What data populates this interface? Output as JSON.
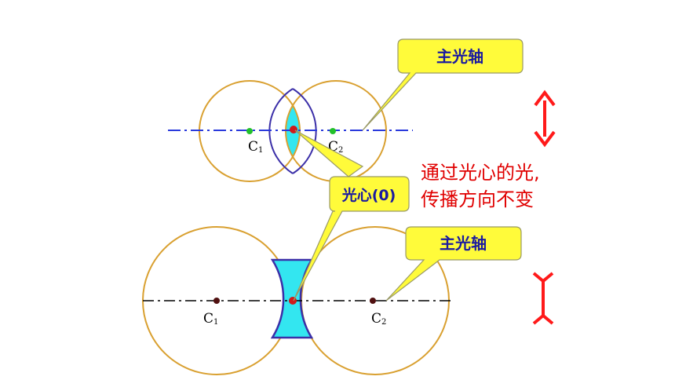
{
  "convex": {
    "left_center_label": "C",
    "left_center_sub": "1",
    "right_center_label": "C",
    "right_center_sub": "2",
    "axis_callout": "主光轴"
  },
  "optical_center_callout": "光心(0)",
  "concave": {
    "left_center_label": "C",
    "left_center_sub": "1",
    "right_center_label": "C",
    "right_center_sub": "2",
    "axis_callout": "主光轴"
  },
  "note": {
    "line1": "通过光心的光,",
    "line2": "传播方向不变"
  },
  "colors": {
    "circle": "#d9a030",
    "convex_axis": "#2a3adc",
    "concave_axis": "#000000",
    "lens_fill": "#33e6f0",
    "lens_edge": "#3b2fa8",
    "callout_fill": "#fffb3a",
    "callout_stroke": "#999966",
    "callout_text": "#1a1aa0",
    "green_dot": "#22c02a",
    "red_dot": "#d01a1a",
    "dark_dot": "#501010",
    "note_text": "#e00000",
    "symbol": "#ff1a1a"
  },
  "icons": {
    "convex_symbol": "double-arrow-icon",
    "concave_symbol": "concave-lens-symbol-icon"
  }
}
